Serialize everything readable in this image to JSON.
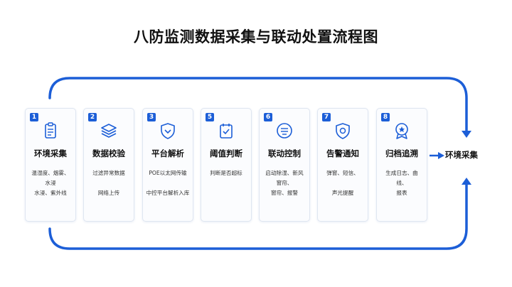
{
  "title": "八防监测数据采集与联动处置流程图",
  "colors": {
    "accent": "#1c5ed7",
    "card_border": "#dfe6f1"
  },
  "steps": [
    {
      "number": "1",
      "icon": "clipboard-icon",
      "title": "环境采集",
      "lines": [
        "温湿度、烟雾、",
        "水浸",
        "水浸、紫外线"
      ]
    },
    {
      "number": "2",
      "icon": "layers-icon",
      "title": "数据校验",
      "lines": [
        "过滤异常数据",
        "",
        "网络上传"
      ]
    },
    {
      "number": "3",
      "icon": "shield-network-icon",
      "title": "平台解析",
      "lines": [
        "POE以太网传输",
        "",
        "中控平台解析入库"
      ]
    },
    {
      "number": "5",
      "icon": "checklist-icon",
      "title": "阈值判断",
      "lines": [
        "判断是否超标"
      ]
    },
    {
      "number": "6",
      "icon": "control-panel-icon",
      "title": "联动控制",
      "lines": [
        "启动除湿、新风",
        "窗帘、",
        "窗帘、报警"
      ]
    },
    {
      "number": "7",
      "icon": "alert-shield-icon",
      "title": "告警通知",
      "lines": [
        "弹窗、短信、",
        "",
        "声光提醒"
      ]
    },
    {
      "number": "8",
      "icon": "archive-badge-icon",
      "title": "归档追溯",
      "lines": [
        "生成日志、曲",
        "线、",
        "报表"
      ]
    }
  ],
  "end_label": "环境采集"
}
